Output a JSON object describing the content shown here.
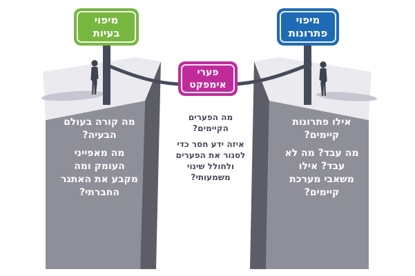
{
  "signs": {
    "problems": {
      "lines": [
        "מיפוי",
        "בעיות"
      ],
      "color": "#77b73f"
    },
    "solutions": {
      "lines": [
        "מיפוי",
        "פתרונות"
      ],
      "color": "#1e6ab5"
    },
    "impact": {
      "lines": [
        "פערי",
        "אימפקט"
      ],
      "color": "#c02b9c"
    }
  },
  "questions": {
    "problems": {
      "lines": [
        "מה קורה בעולם",
        "הבעיה?",
        "מה מאפייני",
        "העומק ומה",
        "מקבע את האתגר",
        "החברתי?"
      ]
    },
    "impact": {
      "lines": [
        "מה הפערים",
        "הקיימים?",
        "איזה ידע חסר כדי",
        "לסגור את הפערים",
        "ולחולל שינוי",
        "משמעותי?"
      ]
    },
    "solutions": {
      "lines": [
        "אילו פתרונות",
        "קיימים?",
        "מה עבד? מה לא",
        "עבד? אילו",
        "משאבי מערכת",
        "קיימים?"
      ]
    }
  },
  "colors": {
    "cliff_top": "#ebebef",
    "cliff_front": "#8f8f99",
    "cliff_side": "#5d5d68",
    "slate": "#474b59",
    "shadow": "#c6c6d0",
    "sign_text": "#ffffff"
  }
}
